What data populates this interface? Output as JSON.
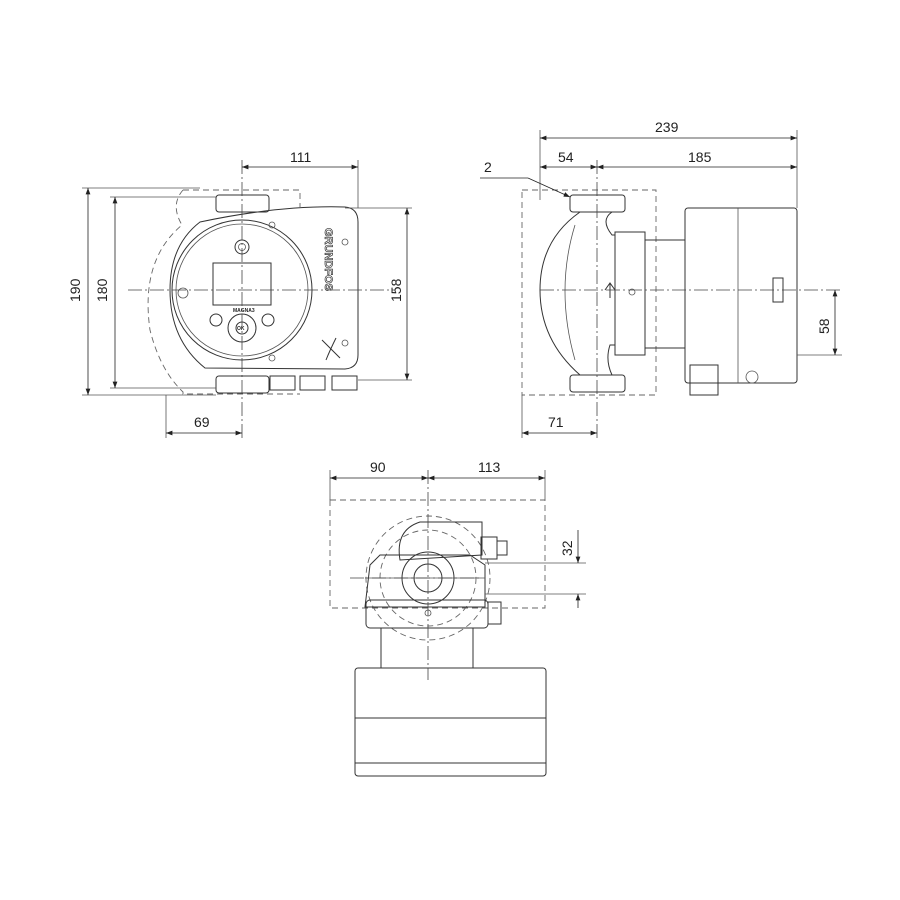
{
  "front_view": {
    "dimensions": {
      "width_right": "111",
      "height_total": "190",
      "height_ports": "180",
      "height_body": "158",
      "width_left": "69"
    },
    "logo_text": "GRUNDFOS",
    "model_label": "MAGNA3",
    "ok_button": "OK"
  },
  "side_view": {
    "dimensions": {
      "total_length": "239",
      "port_to_axis": "54",
      "axis_to_end": "185",
      "gap_label": "2",
      "offset": "58",
      "left_depth": "71"
    }
  },
  "top_view": {
    "dimensions": {
      "left_width": "90",
      "right_width": "113",
      "offset": "32"
    }
  }
}
